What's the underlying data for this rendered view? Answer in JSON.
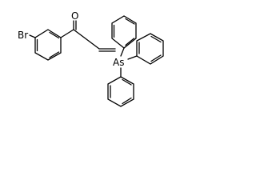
{
  "molecule": {
    "atoms": {
      "bromine": "Br",
      "oxygen": "O",
      "arsenic": "As"
    }
  }
}
